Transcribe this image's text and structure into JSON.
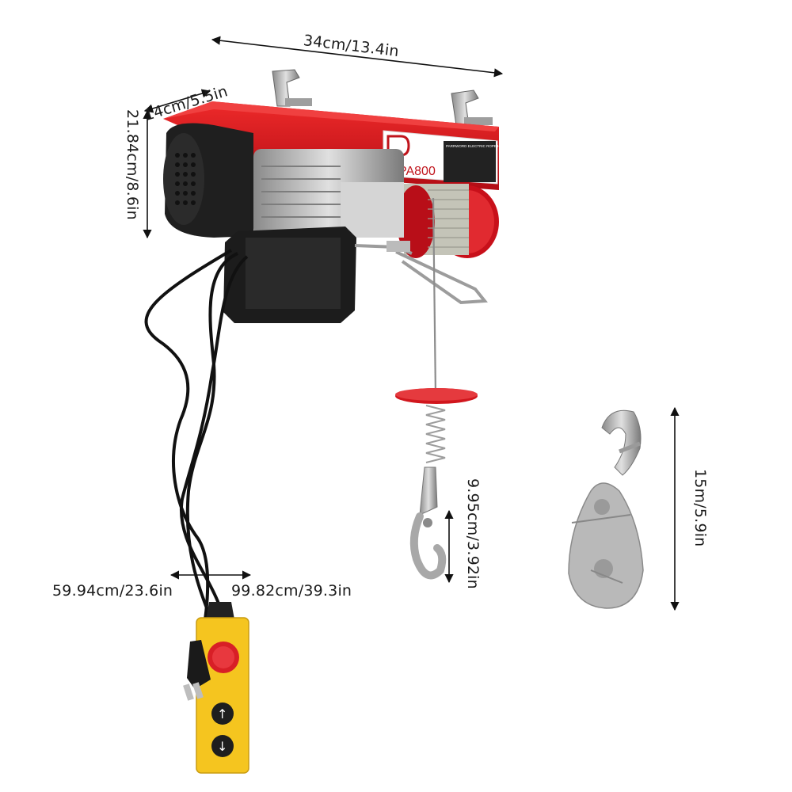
{
  "dimensions": {
    "width": "34cm/13.4in",
    "depth": "14cm/5.5in",
    "height": "21.84cm/8.6in",
    "hook_length": "9.95cm/3.92in",
    "pulley_length": "15m/5.9in",
    "control_cable_short": "59.94cm/23.6in",
    "control_cable_long": "99.82cm/39.3in"
  },
  "hoist": {
    "model_label": "PA800",
    "plate_title": "PARRWORD ELECTRIC ROPE HOIST",
    "colors": {
      "body": "#d7141e",
      "motor": "#1c1c1c",
      "pendant": "#f4c51e",
      "stop": "#d81f26"
    }
  },
  "icons": [
    "up-arrow-icon",
    "down-arrow-icon",
    "plug-icon"
  ]
}
